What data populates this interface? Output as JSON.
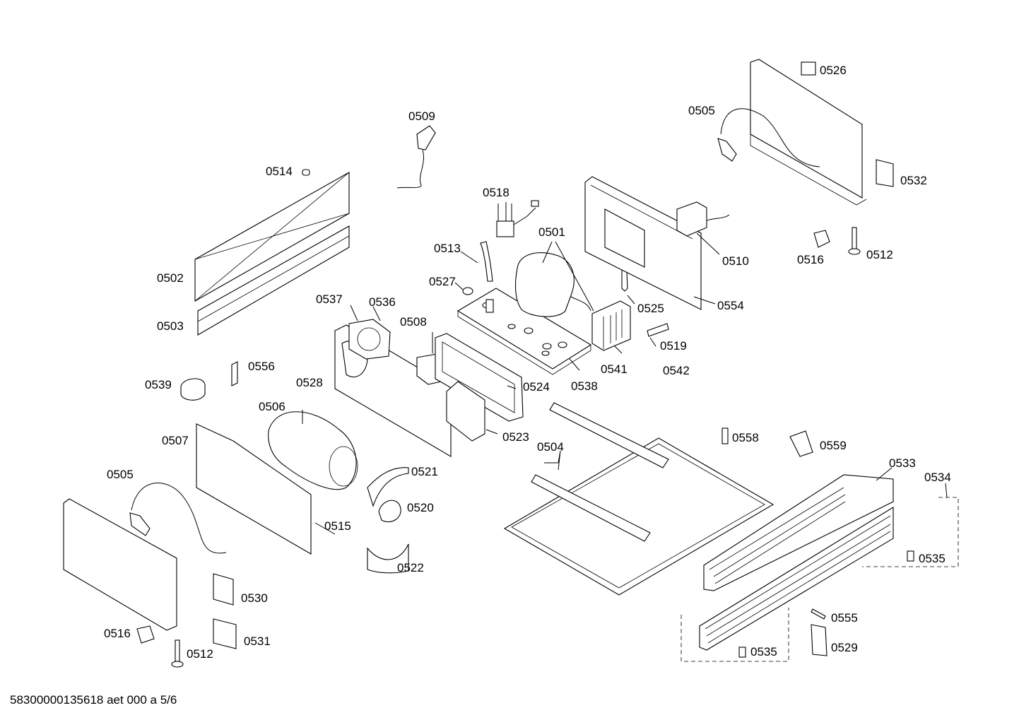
{
  "diagram": {
    "labels": {
      "p0501": "0501",
      "p0502": "0502",
      "p0503": "0503",
      "p0504": "0504",
      "p0505a": "0505",
      "p0505b": "0505",
      "p0506": "0506",
      "p0507": "0507",
      "p0508": "0508",
      "p0509": "0509",
      "p0510": "0510",
      "p0512a": "0512",
      "p0512b": "0512",
      "p0513": "0513",
      "p0514": "0514",
      "p0515": "0515",
      "p0516a": "0516",
      "p0516b": "0516",
      "p0518": "0518",
      "p0519": "0519",
      "p0520": "0520",
      "p0521": "0521",
      "p0522": "0522",
      "p0523": "0523",
      "p0524": "0524",
      "p0525": "0525",
      "p0526": "0526",
      "p0527": "0527",
      "p0528": "0528",
      "p0529": "0529",
      "p0530": "0530",
      "p0531": "0531",
      "p0532": "0532",
      "p0533": "0533",
      "p0534": "0534",
      "p0535a": "0535",
      "p0535b": "0535",
      "p0536": "0536",
      "p0537": "0537",
      "p0538": "0538",
      "p0539": "0539",
      "p0541": "0541",
      "p0542": "0542",
      "p0554": "0554",
      "p0555": "0555",
      "p0556": "0556",
      "p0558": "0558",
      "p0559": "0559"
    }
  },
  "footer": {
    "text": "58300000135618 aet 000 a 5/6"
  }
}
